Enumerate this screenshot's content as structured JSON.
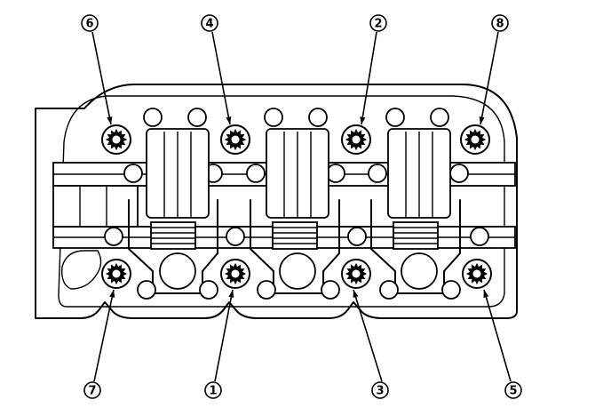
{
  "diagram": {
    "callouts_top": [
      "6",
      "4",
      "2",
      "8"
    ],
    "callouts_bottom": [
      "7",
      "1",
      "3",
      "5"
    ]
  }
}
